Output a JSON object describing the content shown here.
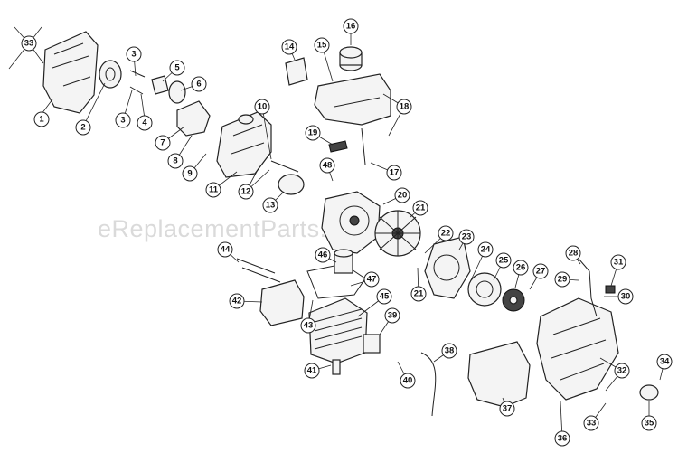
{
  "watermark": "eReplacementParts.com",
  "callouts": [
    "1",
    "2",
    "3",
    "3",
    "4",
    "5",
    "6",
    "7",
    "8",
    "9",
    "10",
    "11",
    "12",
    "13",
    "14",
    "15",
    "16",
    "17",
    "18",
    "19",
    "20",
    "21",
    "21",
    "22",
    "23",
    "24",
    "25",
    "26",
    "27",
    "28",
    "29",
    "30",
    "31",
    "32",
    "33",
    "33",
    "34",
    "35",
    "36",
    "37",
    "38",
    "39",
    "40",
    "41",
    "42",
    "43",
    "44",
    "45",
    "46",
    "47",
    "48"
  ]
}
